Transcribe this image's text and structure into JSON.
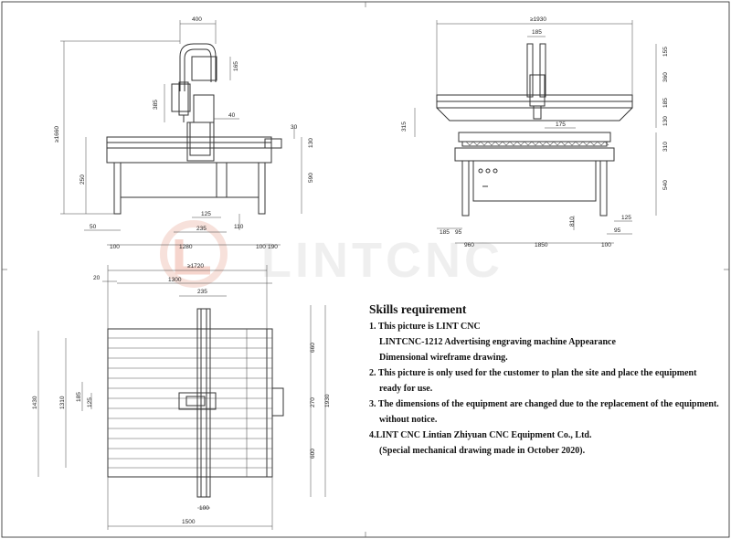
{
  "watermark": "LINTCNC",
  "notes": {
    "heading": "Skills requirement",
    "line1": "1. This picture is LINT CNC",
    "line1b": "LINTCNC-1212 Advertising engraving machine Appearance",
    "line1c": "Dimensional wireframe drawing.",
    "line2": "2. This picture is only used for the customer to plan the site and place the equipment",
    "line2b": "ready for use.",
    "line3": "3. The dimensions of the equipment are changed due to the replacement of the equipment.",
    "line3b": "without notice.",
    "line4": "4.LINT CNC Lintian Zhiyuan CNC Equipment Co., Ltd.",
    "line4b": "(Special mechanical drawing made in October 2020)."
  },
  "dimensions": {
    "side": {
      "w400": "400",
      "d165": "165",
      "d385": "385",
      "d40": "40",
      "h1660": "≥1660",
      "d30": "30",
      "d130": "130",
      "d250": "250",
      "d590": "590",
      "d125": "125",
      "d235": "235",
      "d110": "110",
      "d50": "50",
      "d100a": "100",
      "d1280": "1280",
      "d100b": "100",
      "d190": "190"
    },
    "front": {
      "w1930": "≥1930",
      "d185": "185",
      "d155": "155",
      "d360": "360",
      "d185b": "185",
      "d315": "315",
      "d175": "175",
      "d130": "130",
      "d310": "310",
      "d540": "540",
      "d185c": "185",
      "d95": "95",
      "d960": "960",
      "d1850": "1850",
      "d810": "810",
      "d100": "100",
      "d95b": "95",
      "d125": "125"
    },
    "top": {
      "w1720": "≥1720",
      "d20": "20",
      "d1300": "1300",
      "d235": "235",
      "d660": "660",
      "d1430": "1430",
      "d1310": "1310",
      "d185": "185",
      "d125": "125",
      "d270": "270",
      "d1930": "1930",
      "d600": "600",
      "d100": "100",
      "d1500": "1500"
    }
  }
}
